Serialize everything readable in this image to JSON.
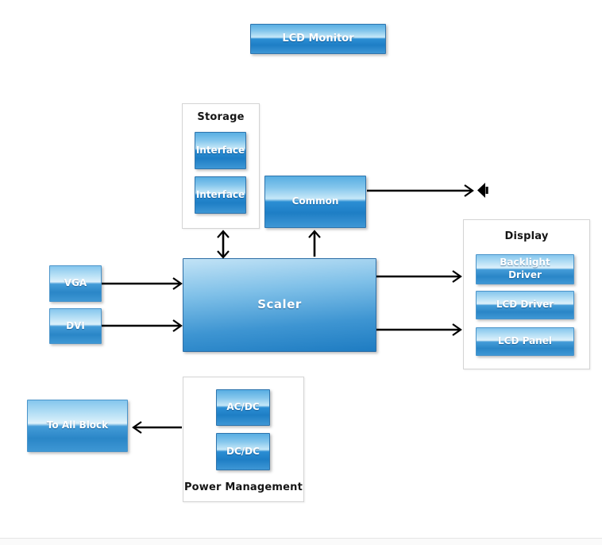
{
  "diagram": {
    "title_block": {
      "label": "LCD Monitor"
    },
    "nodes": {
      "vga": {
        "label": "VGA"
      },
      "dvi": {
        "label": "DVI"
      },
      "scaler": {
        "label": "Scaler"
      },
      "common": {
        "label": "Common"
      },
      "to_all_block": {
        "label": "To All Block"
      }
    },
    "groups": {
      "storage": {
        "title": "Storage",
        "blocks": [
          {
            "label": "Interface"
          },
          {
            "label": "Interface"
          }
        ]
      },
      "display": {
        "title": "Display",
        "blocks": [
          {
            "label": "Backlight Driver"
          },
          {
            "label": "LCD Driver"
          },
          {
            "label": "LCD Panel"
          }
        ]
      },
      "power": {
        "title": "Power Management",
        "blocks": [
          {
            "label": "AC/DC"
          },
          {
            "label": "DC/DC"
          }
        ]
      }
    },
    "icons": {
      "speaker": "speaker-icon"
    },
    "colors": {
      "page_bg": "#ffffff",
      "gloss_top": "#58aee2",
      "gloss_shine": "#c6e8f8",
      "gloss_bottom": "#1e7ec5",
      "block_border_dark": "#2e74ad",
      "block_border_light": "#4a94ca",
      "container_border": "#d4d4d4",
      "arrow": "#000000"
    }
  }
}
